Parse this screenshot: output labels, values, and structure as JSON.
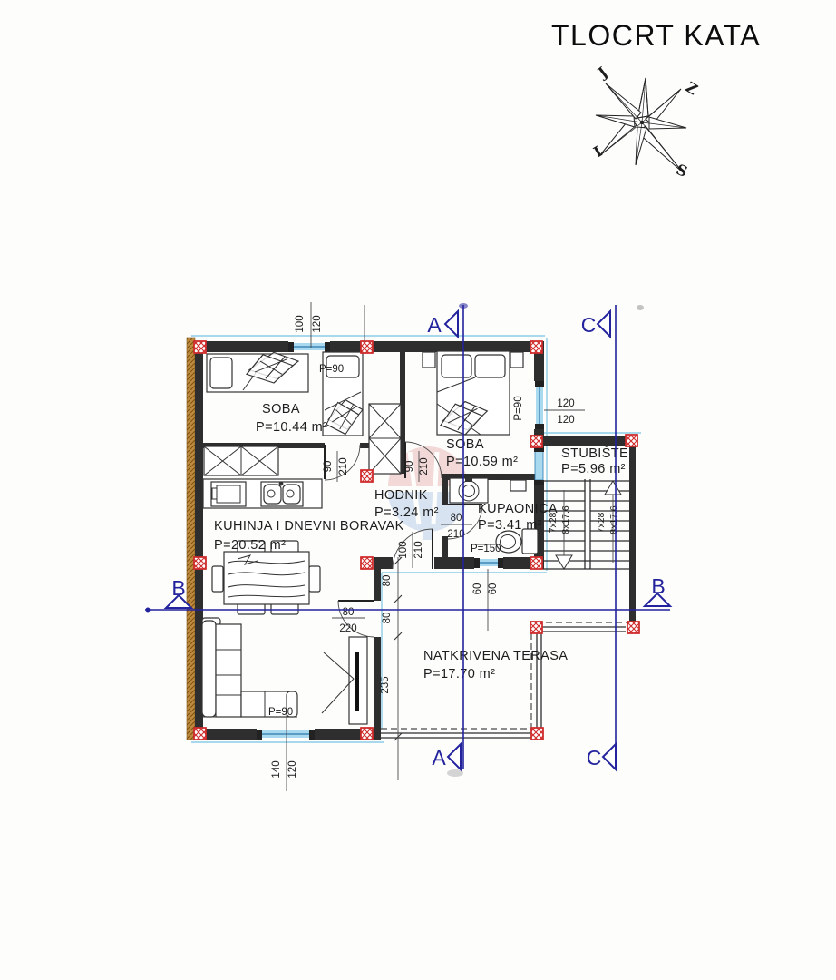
{
  "title": "TLOCRT KATA",
  "compass": {
    "nw": "J",
    "ne": "Z",
    "sw": "I",
    "se": "S"
  },
  "sections": {
    "a": "A",
    "b": "B",
    "c": "C"
  },
  "rooms": [
    {
      "name": "SOBA",
      "area": "P=10.44 m²"
    },
    {
      "name": "SOBA",
      "area": "P=10.59 m²"
    },
    {
      "name": "STUBIŠTE",
      "area": "P=5.96 m²"
    },
    {
      "name": "HODNIK",
      "area": "P=3.24 m²"
    },
    {
      "name": "KUPAONICA",
      "area": "P=3.41 m²"
    },
    {
      "name": "KUHINJA I DNEVNI BORAVAK",
      "area": "P=20.52 m²"
    },
    {
      "name": "NATKRIVENA TERASA",
      "area": "P=17.70 m²"
    }
  ],
  "openings": {
    "window_top": {
      "w": "100",
      "h": "120"
    },
    "window_east": {
      "w": "120",
      "h": "120"
    },
    "window_south": {
      "w": "140",
      "h": "120"
    },
    "window_bath": {
      "w": "60",
      "h": "60"
    },
    "door_soba1": {
      "w": "90",
      "h": "210"
    },
    "door_soba2": {
      "w": "90",
      "h": "210"
    },
    "door_bath": {
      "w": "80",
      "h": "210"
    },
    "door_terrace": {
      "w": "100",
      "h": "210"
    },
    "door_living": {
      "w": "80",
      "h": "220"
    }
  },
  "parapets": {
    "p90": "P=90",
    "p150": "P=150"
  },
  "terrace_dims": {
    "seg1": "80",
    "seg2": "80",
    "seg3": "235"
  },
  "stairs": {
    "run": "7x28",
    "rise": "8x17.6"
  },
  "colors": {
    "section_line": "#23239d",
    "column_marker": "#cf2a2a",
    "window_glass": "#a9d9ee",
    "insulation": "#c08a3e",
    "walls": "#2e2e2e"
  }
}
